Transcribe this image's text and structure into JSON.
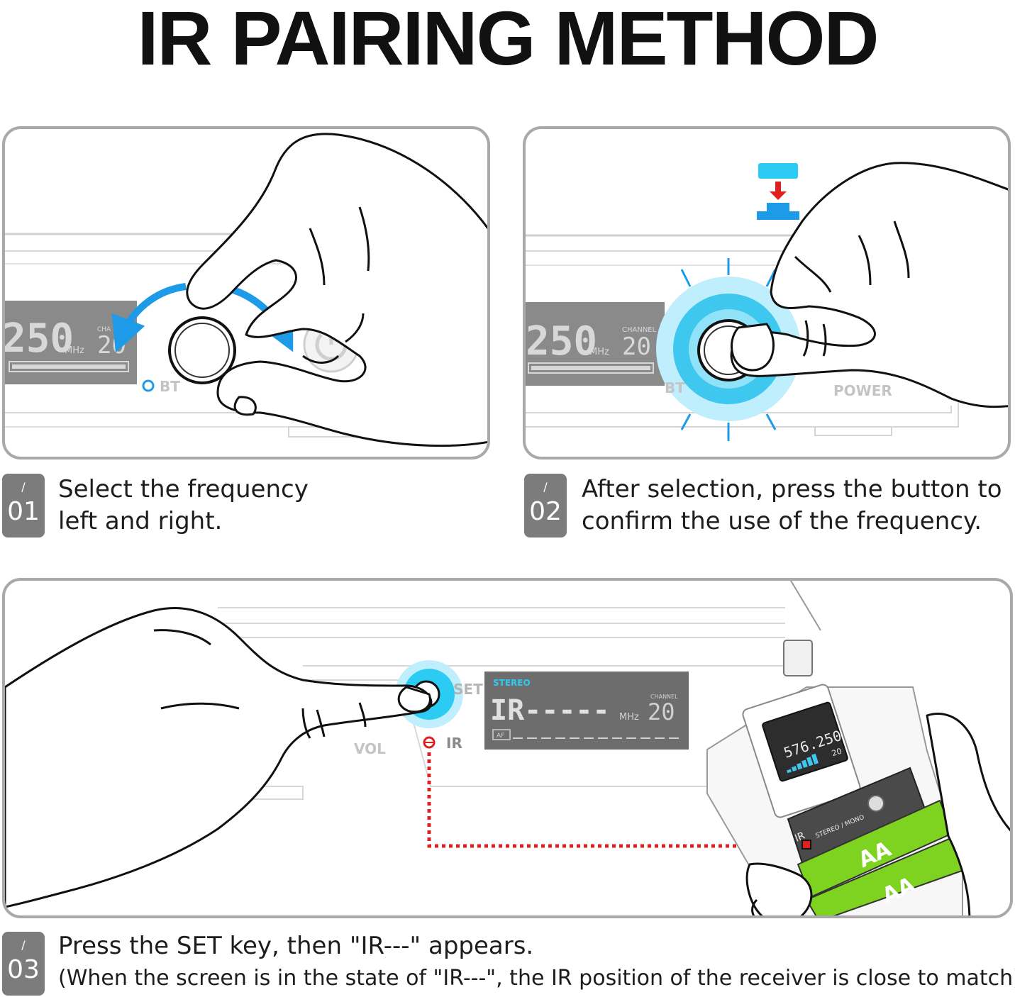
{
  "title": "IR PAIRING METHOD",
  "steps": [
    {
      "slash": "/",
      "number": "01",
      "line1": "Select the frequency",
      "line2": "left and right.",
      "device": {
        "freq": "250",
        "unit": "MHz",
        "channel_label": "CHA",
        "channel": "20",
        "bt_label": "BT"
      }
    },
    {
      "slash": "/",
      "number": "02",
      "line1": "After selection, press the button to",
      "line2": "confirm the use of the frequency.",
      "device": {
        "freq": "250",
        "unit": "MHz",
        "channel_label": "CHANNEL",
        "channel": "20",
        "bt_label": "BT",
        "power_label": "POWER"
      }
    },
    {
      "slash": "/",
      "number": "03",
      "line1": "Press the SET key, then \"IR---\" appears.",
      "line2": "(When the screen is in the state of \"IR---\", the IR position of the receiver is close to match)",
      "device": {
        "stereo_label": "STEREO",
        "display": "IR-----",
        "unit": "MHz",
        "channel_label": "CHANNEL",
        "channel": "20",
        "af_label": "AF",
        "set_label": "SET",
        "ir_label": "IR",
        "vol_label": "VOL",
        "receiver_freq": "576.250",
        "receiver_channel": "20",
        "receiver_ir_label": "IR",
        "receiver_mode_label": "STEREO / MONO",
        "battery_label_1": "AA",
        "battery_label_2": "AA"
      }
    }
  ],
  "colors": {
    "accent_blue": "#1e9be8",
    "press_cyan": "#20d0f0",
    "ir_red": "#e02020",
    "battery_green": "#7ed321",
    "badge_gray": "#7c7c7c"
  }
}
